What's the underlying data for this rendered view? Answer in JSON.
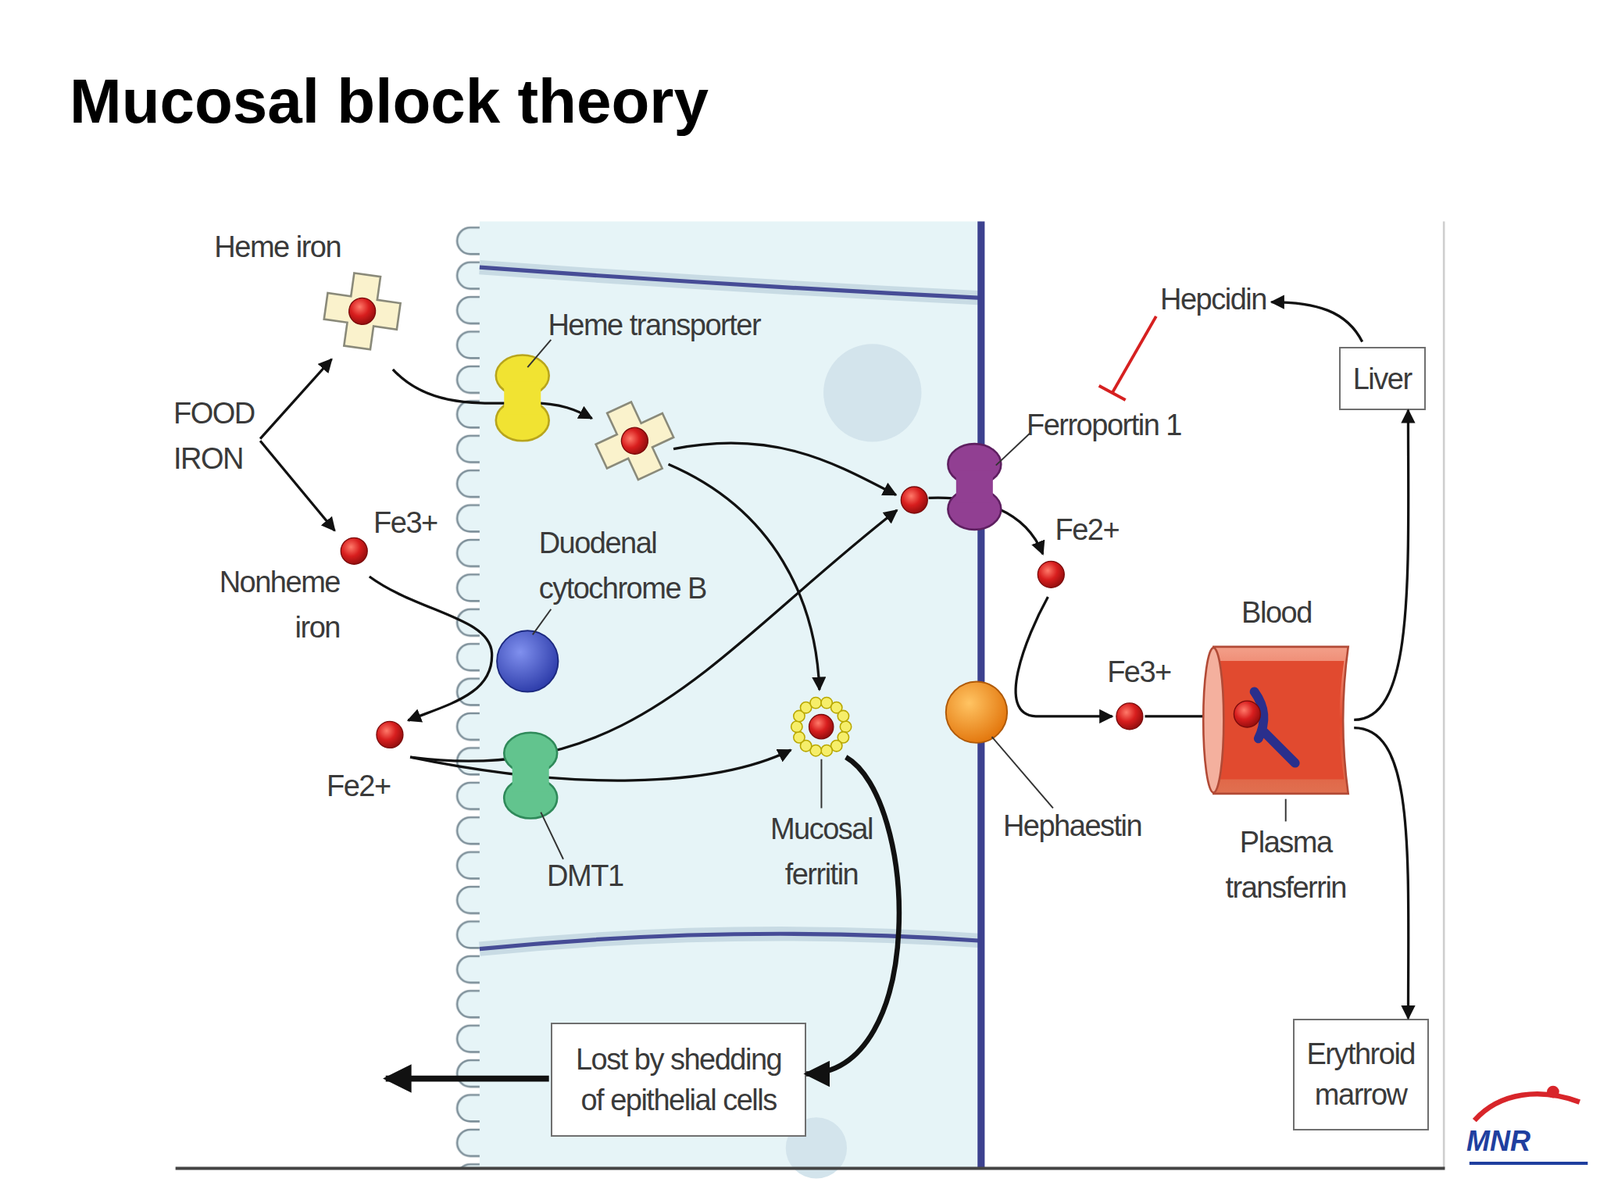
{
  "diagram": {
    "title": "Mucosal block theory",
    "nodes": [
      {
        "text": [
          "Liver"
        ]
      },
      {
        "text": [
          "Mucosal ferritin"
        ]
      },
      {
        "text": [
          "Blood"
        ]
      },
      {
        "text": [
          "Lost by shedding of epithelial cells"
        ]
      },
      {
        "text": [
          "Erythroid marrow"
        ]
      }
    ],
    "edges": [
      {
        "from": 2,
        "to": 0,
        "arrow": "to"
      },
      {
        "from": 2,
        "to": 4,
        "arrow": "to"
      },
      {
        "from": 1,
        "to": 3,
        "arrow": "to"
      }
    ],
    "labels": [
      "Heme iron",
      "FOOD IRON",
      "Fe3+",
      "Nonheme iron",
      "Heme transporter",
      "Duodenal cytochrome B",
      "Fe2+",
      "DMT1",
      "Ferroportin 1",
      "Fe2+",
      "Fe3+",
      "Hepcidin",
      "Hephaestin",
      "Plasma transferrin",
      "MNR"
    ]
  }
}
